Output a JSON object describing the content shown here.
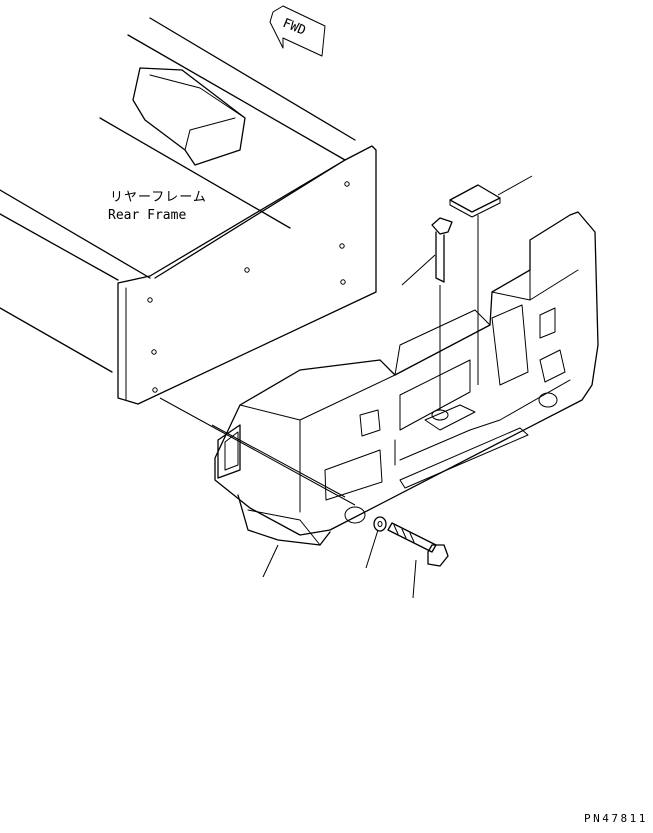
{
  "labels": {
    "rear_frame_jp": "リヤーフレーム",
    "rear_frame_en": "Rear Frame",
    "forward_arrow": "FWD"
  },
  "drawing_id": "PN47811",
  "colors": {
    "line": "#000000",
    "background": "#ffffff"
  },
  "icons": {
    "forward": "fwd-arrow-icon"
  }
}
